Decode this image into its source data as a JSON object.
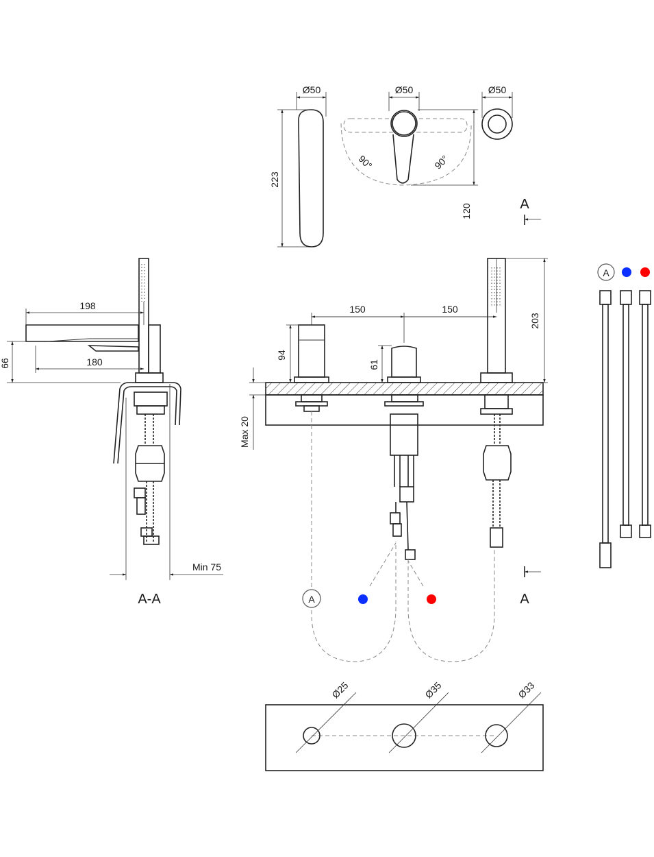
{
  "top_view": {
    "dia_left": "Ø50",
    "dia_mid": "Ø50",
    "dia_right": "Ø50",
    "h_223": "223",
    "h_120": "120",
    "ang_left": "90°",
    "ang_right": "90°",
    "marker_a_top": "A"
  },
  "section_view": {
    "w_198": "198",
    "w_180": "180",
    "h_66": "66",
    "min_75": "Min 75",
    "title": "A-A"
  },
  "front_view": {
    "w_150_left": "150",
    "w_150_right": "150",
    "h_94": "94",
    "h_61": "61",
    "h_203": "203",
    "max_20": "Max 20",
    "marker_a_bottom": "A",
    "circle_a": "A"
  },
  "hoses": {
    "circle_a": "A"
  },
  "holes": {
    "d25": "Ø25",
    "d35": "Ø35",
    "d33": "Ø33"
  },
  "colors": {
    "cold": "#0a2fff",
    "hot": "#ff0000"
  }
}
